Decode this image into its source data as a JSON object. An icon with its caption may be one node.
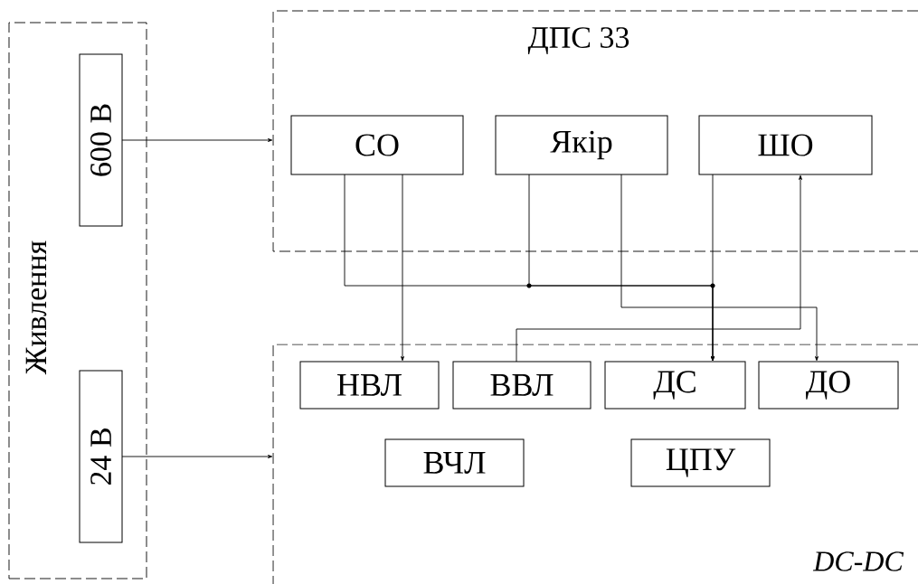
{
  "diagram": {
    "nodes": [
      {
        "text": [
          "Живлення"
        ]
      },
      {
        "text": [
          "600 В"
        ],
        "in": 0
      },
      {
        "text": [
          "24 В"
        ],
        "in": 0
      },
      {
        "text": [
          "ДПС 33"
        ]
      },
      {
        "text": [
          "СО"
        ],
        "in": 3
      },
      {
        "text": [
          "Якір"
        ],
        "in": 3
      },
      {
        "text": [
          "ШО"
        ],
        "in": 3
      },
      {
        "text": [
          "DC-DC"
        ]
      },
      {
        "text": [
          "НВЛ"
        ],
        "in": 7
      },
      {
        "text": [
          "ВВЛ"
        ],
        "in": 7
      },
      {
        "text": [
          "ДС"
        ],
        "in": 7
      },
      {
        "text": [
          "ДО"
        ],
        "in": 7
      },
      {
        "text": [
          "ВЧЛ"
        ],
        "in": 7
      },
      {
        "text": [
          "ЦПУ"
        ],
        "in": 7
      }
    ],
    "edges": [
      {
        "from": 1,
        "to": 3,
        "arrow": "to"
      },
      {
        "from": 2,
        "to": 7,
        "arrow": "to"
      },
      {
        "from": 4,
        "to": 8,
        "arrow": "to"
      },
      {
        "from": 4,
        "to": 10,
        "arrow": "to"
      },
      {
        "from": 5,
        "to": 10,
        "arrow": "to"
      },
      {
        "from": 6,
        "to": 10,
        "arrow": "to"
      },
      {
        "from": 5,
        "to": 11,
        "arrow": "to"
      },
      {
        "from": 9,
        "to": 6,
        "arrow": "to"
      }
    ]
  }
}
